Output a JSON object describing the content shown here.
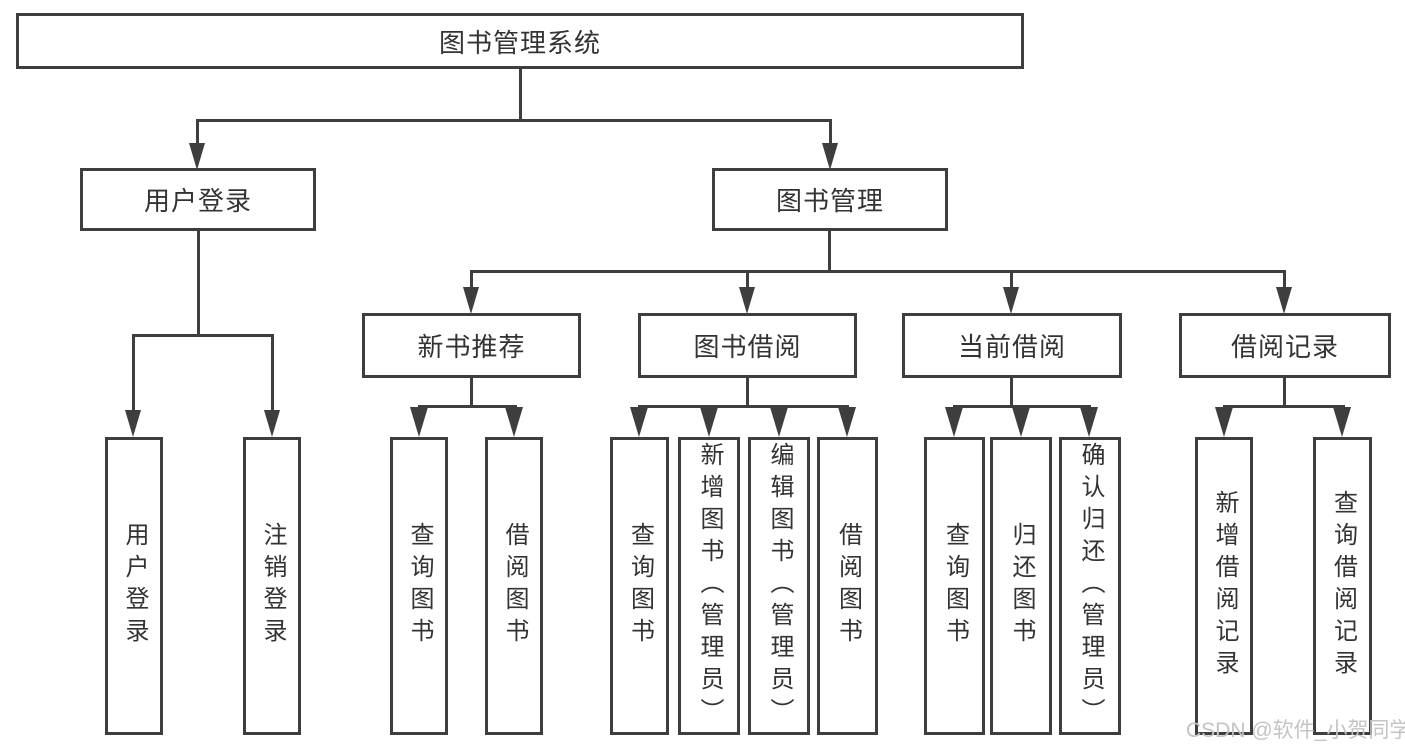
{
  "colors": {
    "line": "#3e3e3e",
    "text": "#333333",
    "bg": "#ffffff",
    "watermark": "#c4c4c4"
  },
  "root": {
    "label": "图书管理系统"
  },
  "branches": {
    "user_login": {
      "label": "用户登录",
      "children": [
        "用户登录",
        "注销登录"
      ]
    },
    "book_mgmt": {
      "label": "图书管理"
    },
    "new_book_rec": {
      "label": "新书推荐",
      "children": [
        "查询图书",
        "借阅图书"
      ]
    },
    "book_borrow": {
      "label": "图书借阅",
      "children": [
        "查询图书",
        "新增图书（管理员）",
        "编辑图书（管理员）",
        "借阅图书"
      ]
    },
    "current_borrow": {
      "label": "当前借阅",
      "children": [
        "查询图书",
        "归还图书",
        "确认归还（管理员）"
      ]
    },
    "borrow_record": {
      "label": "借阅记录",
      "children": [
        "新增借阅记录",
        "查询借阅记录"
      ]
    }
  },
  "watermark": "CSDN @软件_小贺同学"
}
